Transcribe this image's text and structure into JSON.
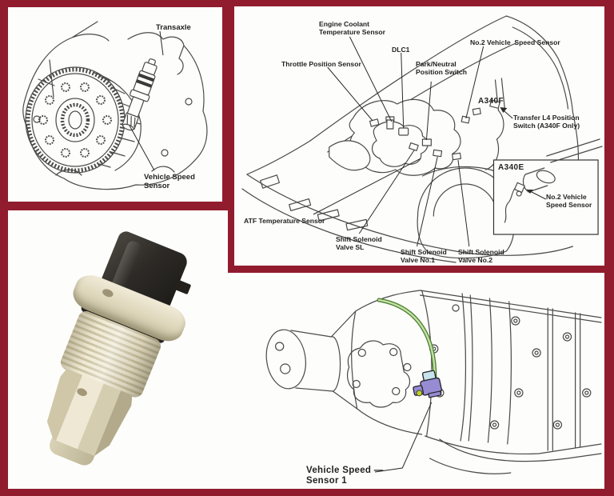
{
  "title": "Vehicle speed sensor location diagrams collage",
  "colors": {
    "maroon": "#911c2d",
    "panel": "#fdfdfb",
    "ink": "#232323",
    "sketch": "#4a4a4a",
    "wire-outline": "#4d7f34",
    "wire-fill": "#c4e2a4",
    "sensor-purple": "#978bd4",
    "sensor-blue": "#c6e3ee",
    "sensor-yellow": "#bfcf2e",
    "photo-black": "#2e2b27",
    "photo-cream-light": "#eee8d5",
    "photo-cream-dark": "#b2aa8b"
  },
  "panels": {
    "transaxle_diagram": {
      "alt": "Transaxle cutaway with vehicle speed sensor",
      "labels": {
        "transaxle": "Transaxle",
        "vehicle_speed_sensor": "Vehicle Speed\nSensor"
      }
    },
    "engine_bay_diagram": {
      "alt": "Engine bay sensor locations",
      "labels": {
        "engine_coolant": "Engine Coolant\nTemperature Sensor",
        "dlc1": "DLC1",
        "throttle": "Throttle Position Sensor",
        "park_neutral": "Park/Neutral\nPosition Switch",
        "no2_vss": "No.2 Vehicle  Speed Sensor",
        "a340f": "A340F",
        "transfer_l4": "Transfer L4 Position\nSwitch (A340F Only)",
        "a340e": "A340E",
        "no2_vss_inset": "No.2 Vehicle\nSpeed Sensor",
        "atf": "ATF Temperature Sensor",
        "solenoid_sl": "Shift Solenoid\nValve SL",
        "solenoid_no1": "Shift Solenoid\nValve No.1",
        "solenoid_no2": "Shift Solenoid\nValve No.2"
      }
    },
    "sensor_photo": {
      "alt": "Vehicle speed sensor part photo"
    },
    "transmission_diagram": {
      "alt": "Automatic transmission with vehicle speed sensor 1",
      "labels": {
        "vss1": "Vehicle Speed —\nSensor 1"
      }
    }
  }
}
